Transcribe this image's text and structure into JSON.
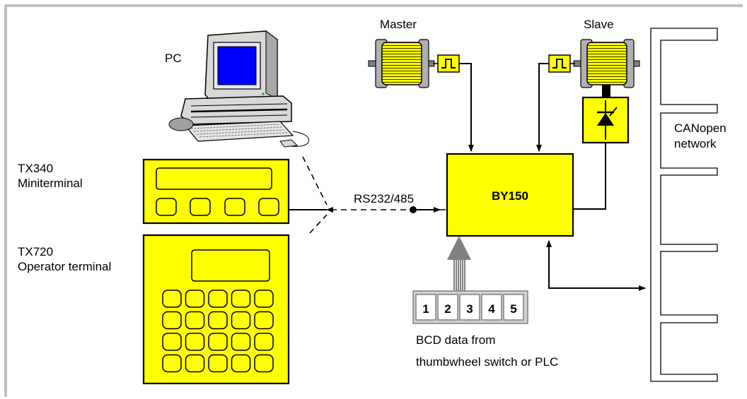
{
  "labels": {
    "pc": "PC",
    "master": "Master",
    "slave": "Slave",
    "tx340_line1": "TX340",
    "tx340_line2": "Miniterminal",
    "tx720_line1": "TX720",
    "tx720_line2": "Operator terminal",
    "rs232": "RS232/485",
    "controller": "BY150",
    "canopen_line1": "CANopen",
    "canopen_line2": "network",
    "bcd_line1": "BCD data from",
    "bcd_line2": "thumbwheel switch or PLC"
  },
  "thumbwheel_digits": [
    "1",
    "2",
    "3",
    "4",
    "5"
  ],
  "colors": {
    "component_fill": "#ffff00",
    "frame": "#c0c0c0",
    "screen": "#0000ff",
    "arrow_gray": "#808080"
  },
  "icons": [
    "pc-icon",
    "motor-icon",
    "encoder-pulse-icon",
    "thyristor-icon",
    "keypad-icon"
  ]
}
